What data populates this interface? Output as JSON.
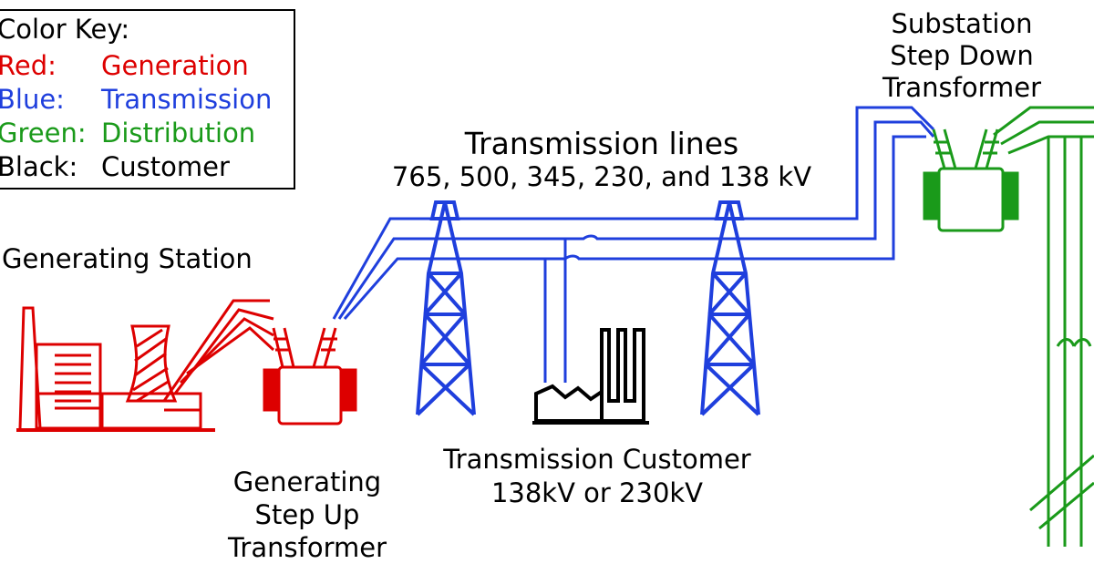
{
  "colors": {
    "generation": "#dd0000",
    "transmission": "#1f3fdd",
    "distribution": "#1a9a1a",
    "customer": "#000000"
  },
  "color_key": {
    "title": "Color Key:",
    "entries": [
      {
        "name": "Red:",
        "meaning": "Generation",
        "color": "#dd0000"
      },
      {
        "name": "Blue:",
        "meaning": "Transmission",
        "color": "#1f3fdd"
      },
      {
        "name": "Green:",
        "meaning": "Distribution",
        "color": "#1a9a1a"
      },
      {
        "name": "Black:",
        "meaning": "Customer",
        "color": "#000000"
      }
    ]
  },
  "labels": {
    "generating_station": "Generating Station",
    "step_up": [
      "Generating",
      "Step Up",
      "Transformer"
    ],
    "transmission_lines": "Transmission lines",
    "voltages": "765, 500, 345, 230, and 138 kV",
    "transmission_customer": "Transmission Customer",
    "transmission_customer_voltage": "138kV or 230kV",
    "substation": [
      "Substation",
      "Step Down",
      "Transformer"
    ]
  }
}
